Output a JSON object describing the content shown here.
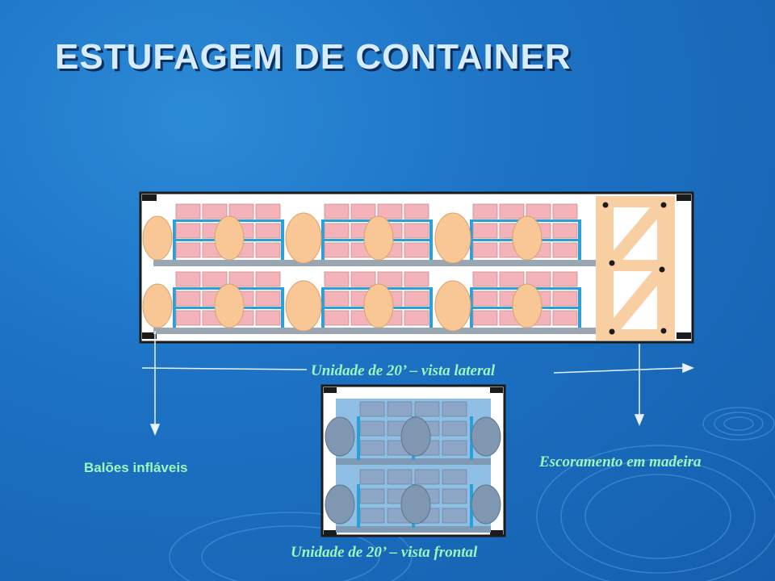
{
  "title": "ESTUFAGEM DE CONTAINER",
  "labels": {
    "side_view": "Unidade de 20’ – vista lateral",
    "front_view": "Unidade de 20’ – vista frontal",
    "balloons": "Balões infláveis",
    "bracing": "Escoramento em madeira"
  },
  "colors": {
    "background": "#1d72c4",
    "title": "#d8ecff",
    "label": "#9ef5b8",
    "box": "#f4b3b8",
    "balloon": "#f9c796",
    "bracing": "#f8cfa3",
    "rack": "#2aa0d8",
    "front_panel": "#8fbfe4",
    "front_box": "#8ea6c6",
    "front_balloon": "#7f97b0"
  }
}
